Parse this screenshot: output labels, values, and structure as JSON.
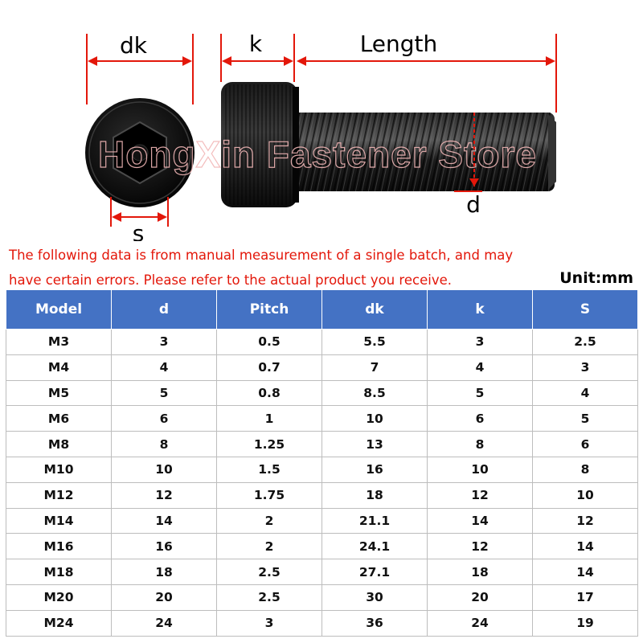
{
  "diagram": {
    "labels": {
      "dk": "dk",
      "k": "k",
      "length": "Length",
      "s": "s",
      "d": "d"
    },
    "watermark": "HongXin Fastener Store",
    "accent_color": "#e3170a"
  },
  "notice": {
    "line1": "The following data is from manual measurement of a single batch, and may",
    "line2": "have certain errors. Please refer to the actual product you receive."
  },
  "unit": "Unit:mm",
  "table": {
    "header_color": "#4472c4",
    "columns": [
      "Model",
      "d",
      "Pitch",
      "dk",
      "k",
      "S"
    ],
    "rows": [
      [
        "M3",
        "3",
        "0.5",
        "5.5",
        "3",
        "2.5"
      ],
      [
        "M4",
        "4",
        "0.7",
        "7",
        "4",
        "3"
      ],
      [
        "M5",
        "5",
        "0.8",
        "8.5",
        "5",
        "4"
      ],
      [
        "M6",
        "6",
        "1",
        "10",
        "6",
        "5"
      ],
      [
        "M8",
        "8",
        "1.25",
        "13",
        "8",
        "6"
      ],
      [
        "M10",
        "10",
        "1.5",
        "16",
        "10",
        "8"
      ],
      [
        "M12",
        "12",
        "1.75",
        "18",
        "12",
        "10"
      ],
      [
        "M14",
        "14",
        "2",
        "21.1",
        "14",
        "12"
      ],
      [
        "M16",
        "16",
        "2",
        "24.1",
        "12",
        "14"
      ],
      [
        "M18",
        "18",
        "2.5",
        "27.1",
        "18",
        "14"
      ],
      [
        "M20",
        "20",
        "2.5",
        "30",
        "20",
        "17"
      ],
      [
        "M24",
        "24",
        "3",
        "36",
        "24",
        "19"
      ]
    ]
  }
}
